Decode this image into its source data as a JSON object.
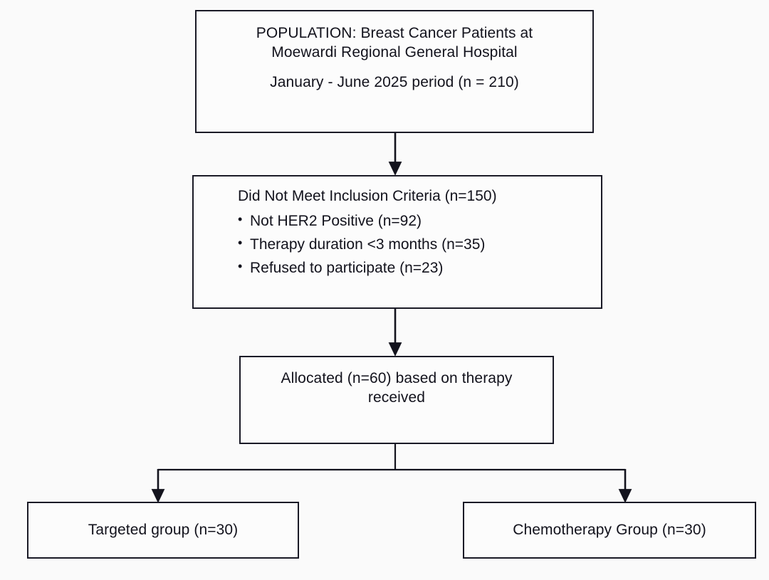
{
  "diagram": {
    "type": "participant-flow-diagram",
    "title": "Breast cancer patient selection flow",
    "background_color": "#fafafa",
    "border_color": "#1a1a26",
    "text_color": "#12121c"
  },
  "nodes": {
    "population": {
      "name": "population-box",
      "line1": "POPULATION: Breast Cancer Patients at",
      "line2": "Moewardi Regional General Hospital",
      "line3": "January - June 2025 period (n = 210)",
      "count": 210
    },
    "exclusion": {
      "name": "exclusion-box",
      "heading": "Did Not Meet Inclusion Criteria (n=150)",
      "count": 150,
      "bullet_glyph": "•",
      "items": [
        {
          "label": "Not HER2 Positive (n=92)",
          "count": 92
        },
        {
          "label": "Therapy duration <3 months (n=35)",
          "count": 35
        },
        {
          "label": "Refused to participate (n=23)",
          "count": 23
        }
      ]
    },
    "allocated": {
      "name": "allocated-box",
      "line1": "Allocated (n=60) based on therapy",
      "line2": "received",
      "count": 60
    },
    "targeted": {
      "name": "targeted-group-box",
      "label": "Targeted group (n=30)",
      "count": 30
    },
    "chemotherapy": {
      "name": "chemotherapy-group-box",
      "label": "Chemotherapy Group (n=30)",
      "count": 30
    }
  },
  "connectors": [
    {
      "name": "population-to-exclusion",
      "from": "population",
      "to": "exclusion",
      "style": "straight-arrow-down"
    },
    {
      "name": "exclusion-to-allocated",
      "from": "exclusion",
      "to": "allocated",
      "style": "straight-arrow-down"
    },
    {
      "name": "allocated-to-targeted",
      "from": "allocated",
      "to": "targeted",
      "style": "split-elbow-arrow"
    },
    {
      "name": "allocated-to-chemotherapy",
      "from": "allocated",
      "to": "chemotherapy",
      "style": "split-elbow-arrow"
    }
  ]
}
